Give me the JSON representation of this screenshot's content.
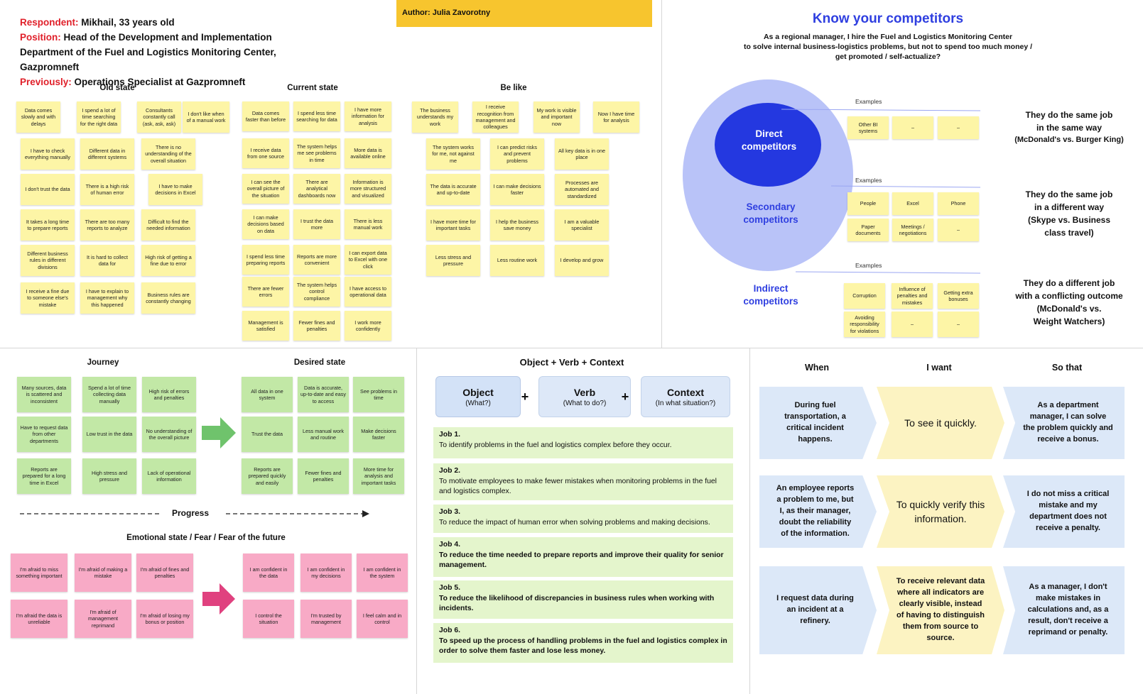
{
  "author": "Author: Julia Zavorotny",
  "respondent": {
    "label1": "Respondent:",
    "value1": "Mikhail, 33 years old",
    "label2": "Position:",
    "value2": "Head of the Development and Implementation",
    "line3": "Department of the Fuel and Logistics Monitoring Center,",
    "line4": "Gazpromneft",
    "label5": "Previously:",
    "value5": "Operations Specialist at Gazpromneft"
  },
  "old_state": {
    "title": "Old state",
    "notes": [
      "Data comes slowly and with delays",
      "I spend a lot of time searching for the right data",
      "Consultants constantly call (ask, ask, ask)",
      "I don't like when of a manual work",
      "I have to check everything manually",
      "Different data in different systems",
      "There is no understanding of the overall situation",
      "I don't trust the data",
      "There is a high risk of human error",
      "I have to make decisions in Excel",
      "It takes a long time to prepare reports",
      "There are too many reports to analyze",
      "Difficult to find the needed information",
      "Different business rules in different divisions",
      "It is hard to collect data for",
      "High risk of getting a fine due to error",
      "I receive a fine due to someone else's mistake",
      "I have to explain to management why this happened",
      "Business rules are constantly changing"
    ]
  },
  "current_state": {
    "title": "Current state",
    "notes": [
      "Data comes faster than before",
      "I spend less time searching for data",
      "I have more information for analysis",
      "I receive data from one source",
      "The system helps me see problems in time",
      "More data is available online",
      "I can see the overall picture of the situation",
      "There are analytical dashboards now",
      "Information is more structured and visualized",
      "I can make decisions based on data",
      "I trust the data more",
      "There is less manual work",
      "I spend less time preparing reports",
      "Reports are more convenient",
      "I can export data to Excel with one click",
      "There are fewer errors",
      "The system helps control compliance",
      "I have access to operational data",
      "Management is satisfied",
      "Fewer fines and penalties",
      "I work more confidently"
    ]
  },
  "be_like": {
    "title": "Be like",
    "notes": [
      "The business understands my work",
      "I receive recognition from management and colleagues",
      "My work is visible and important now",
      "Now I have time for analysis",
      "The system works for me, not against me",
      "I can predict risks and prevent problems",
      "All key data is in one place",
      "The data is accurate and up-to-date",
      "I can make decisions faster",
      "Processes are automated and standardized",
      "I have more time for important tasks",
      "I help the business save money",
      "I am a valuable specialist",
      "Less stress and pressure",
      "Less routine work",
      "I develop and grow"
    ]
  },
  "competitors": {
    "title": "Know your competitors",
    "subtitle": [
      "As a regional manager, I hire the Fuel and Logistics Monitoring Center",
      "to solve internal business-logistics problems, but not to spend too much money /",
      "get promoted / self-actualize?"
    ],
    "direct": "Direct competitors",
    "secondary": "Secondary competitors",
    "indirect": "Indirect competitors",
    "examples_label": "Examples",
    "direct_items": [
      "Other BI systems",
      "–",
      "–"
    ],
    "secondary_items": [
      "People",
      "Excel",
      "Phone",
      "Paper documents",
      "Meetings / negotiations",
      "–"
    ],
    "indirect_items": [
      "Corruption",
      "Influence of penalties and mistakes",
      "Getting extra bonuses",
      "Avoiding responsibility for violations",
      "–",
      "–"
    ],
    "direct_desc": [
      "They do the same job",
      "in the same way",
      "(McDonald's vs. Burger King)"
    ],
    "secondary_desc": [
      "They do the same job",
      "in a different way",
      "(Skype vs. Business",
      "class travel)"
    ],
    "indirect_desc": [
      "They do a different job",
      "with a conflicting outcome",
      "(McDonald's vs.",
      "Weight Watchers)"
    ],
    "colors": {
      "dark": "#2438e0",
      "light": "#b9c3f8",
      "title": "#2f3fe0"
    }
  },
  "journey": {
    "title": "Journey",
    "notes": [
      "Many sources, data is scattered and inconsistent",
      "Spend a lot of time collecting data manually",
      "High risk of errors and penalties",
      "Have to request data from other departments",
      "Low trust in the data",
      "No understanding of the overall picture",
      "Reports are prepared for a long time in Excel",
      "High stress and pressure",
      "Lack of operational information"
    ]
  },
  "desired": {
    "title": "Desired state",
    "notes": [
      "All data in one system",
      "Data is accurate, up-to-date and easy to access",
      "See problems in time",
      "Trust the data",
      "Less manual work and routine",
      "Make decisions faster",
      "Reports are prepared quickly and easily",
      "Fewer fines and penalties",
      "More time for analysis and important tasks"
    ]
  },
  "progress": "Progress",
  "emotional": {
    "title": "Emotional state / Fear / Fear of the future",
    "fears": [
      "I'm afraid to miss something important",
      "I'm afraid of making a mistake",
      "I'm afraid of fines and penalties",
      "I'm afraid the data is unreliable",
      "I'm afraid of management reprimand",
      "I'm afraid of losing my bonus or position"
    ],
    "confident": [
      "I am confident in the data",
      "I am confident in my decisions",
      "I am confident in the system",
      "I control the situation",
      "I'm trusted by management",
      "I feel calm and in control"
    ]
  },
  "ovc": {
    "title": "Object + Verb + Context",
    "object": "Object",
    "object_q": "(What?)",
    "verb": "Verb",
    "verb_q": "(What to do?)",
    "context": "Context",
    "context_q": "(In what situation?)",
    "plus": "+",
    "jobs": [
      {
        "t": "Job 1.",
        "d": "To identify problems in the fuel and logistics complex before they occur."
      },
      {
        "t": "Job 2.",
        "d": "To motivate employees to make fewer mistakes when monitoring problems in the fuel and logistics complex."
      },
      {
        "t": "Job 3.",
        "d": "To reduce the impact of human error when solving problems and making decisions."
      },
      {
        "t": "Job 4.",
        "d": "To reduce the time needed to prepare reports and improve their quality for senior management."
      },
      {
        "t": "Job 5.",
        "d": "To reduce the likelihood of discrepancies in business rules when working with incidents."
      },
      {
        "t": "Job 6.",
        "d": "To speed up the process of handling problems in the fuel and logistics complex in order to solve them faster and lose less money."
      }
    ]
  },
  "story": {
    "when": "When",
    "want": "I want",
    "so_that": "So that",
    "rows": [
      {
        "when": "During fuel transportation, a critical incident happens.",
        "want": "To see it quickly.",
        "so": "As a department manager, I can solve the problem quickly and receive a bonus."
      },
      {
        "when": "An employee reports a problem to me, but I, as their manager, doubt the reliability of the information.",
        "want": "To quickly verify this information.",
        "so": "I do not miss a critical mistake and my department does not receive a penalty."
      },
      {
        "when": "I request data during an incident at a refinery.",
        "want": "To receive relevant data where all indicators are clearly visible, instead of having to distinguish them from source to source.",
        "so": "As a manager, I don't make mistakes in calculations and, as a result, don't receive a reprimand or penalty."
      }
    ]
  }
}
